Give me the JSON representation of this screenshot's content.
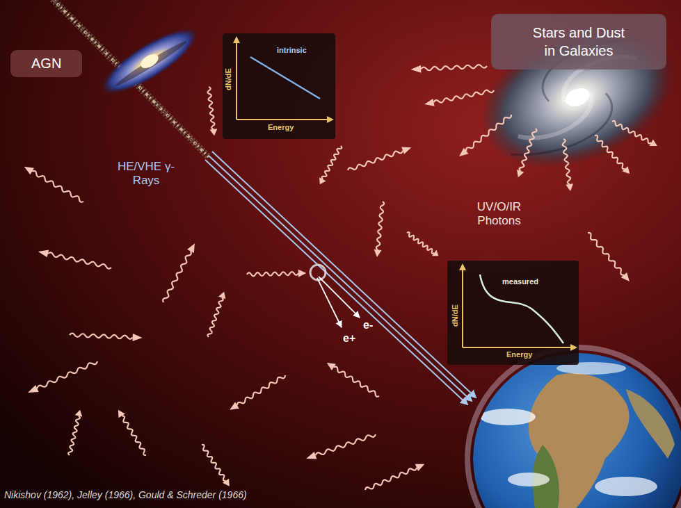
{
  "diagram": {
    "nodes": [
      {
        "text": [
          "AGN"
        ]
      },
      {
        "text": [
          "intrinsic",
          "dN/dE",
          "Energy"
        ]
      },
      {
        "text": [
          "Stars and Dust in Galaxies"
        ]
      },
      {
        "text": [
          "measured",
          "dN/dE",
          "Energy"
        ]
      }
    ],
    "labels": [
      "HE/VHE γ- Rays",
      "UV/O/IR Photons",
      "e-",
      "e+",
      "Nikishov (1962), Jelley (1966), Gould & Schreder (1966)"
    ]
  }
}
